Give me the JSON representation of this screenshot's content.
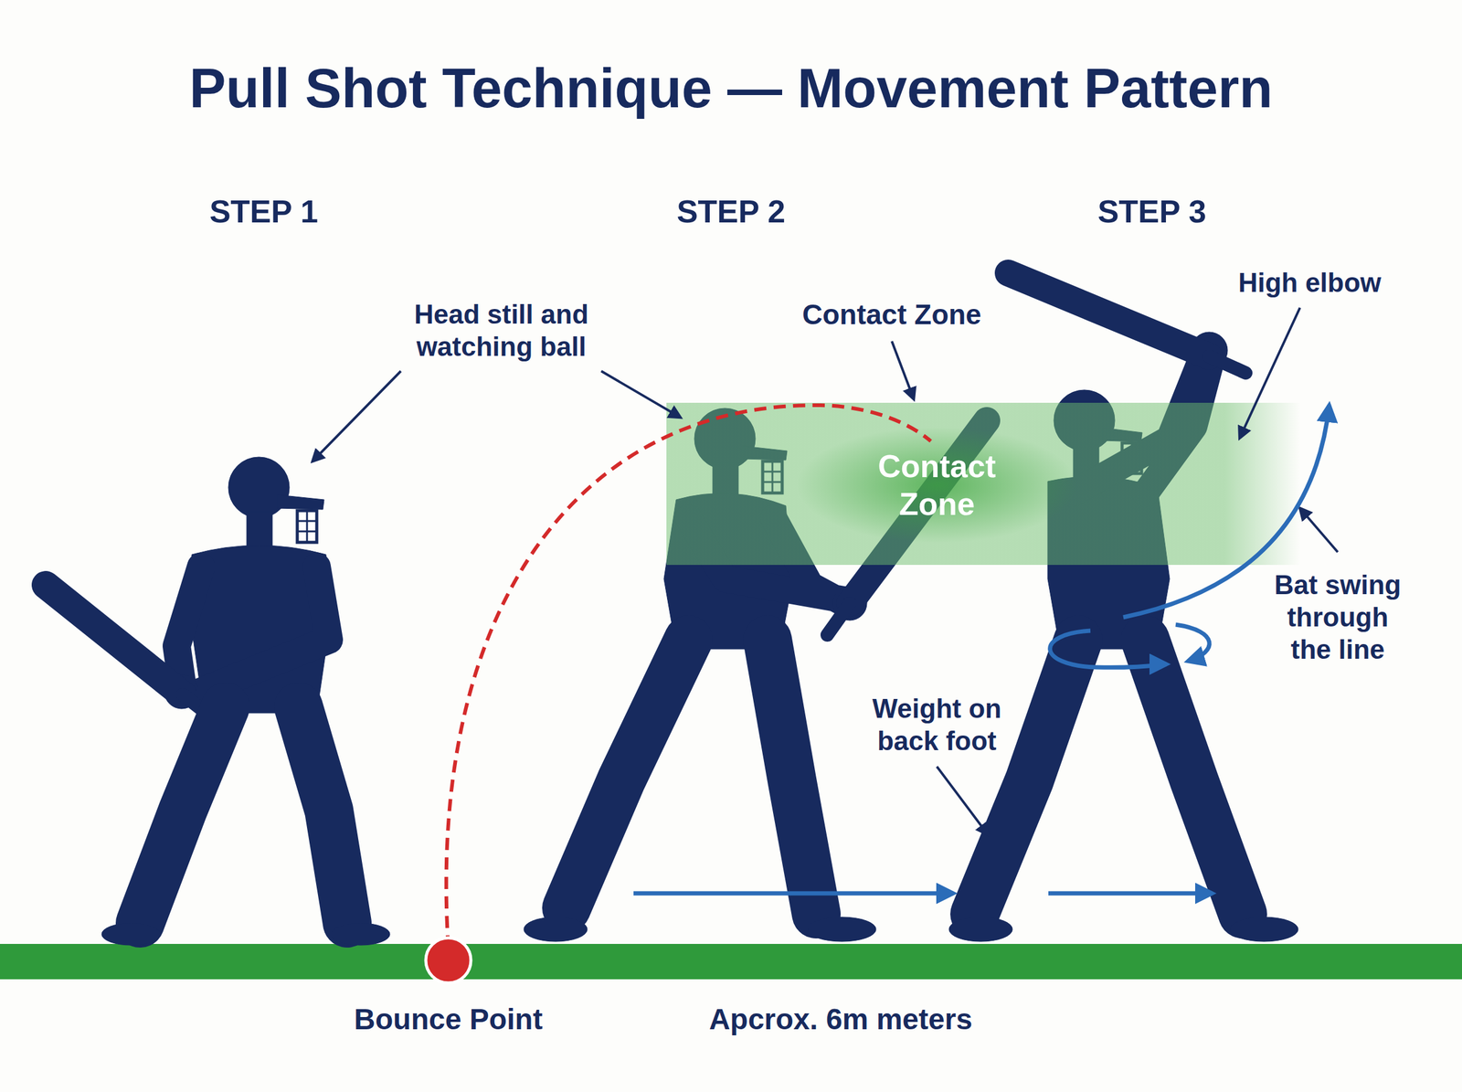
{
  "diagram": {
    "title": "Pull Shot Technique — Movement Pattern",
    "nodes": [
      {
        "text": [
          "Contact Zone"
        ]
      }
    ],
    "labels": [
      "STEP 1",
      "STEP 2",
      "STEP 3",
      "Head still and watching ball",
      "Contact Zone",
      "High elbow",
      "Bat swing through the line",
      "Weight on back foot",
      "Bounce Point",
      "Apcrox. 6m meters"
    ]
  }
}
